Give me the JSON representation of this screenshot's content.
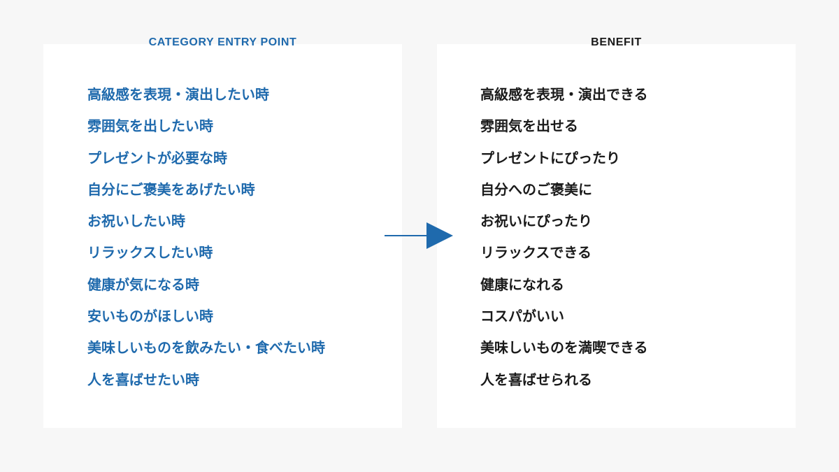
{
  "colors": {
    "accent": "#1f6aad",
    "text": "#1a1a1a",
    "background": "#f7f7f7",
    "panel": "#ffffff"
  },
  "left": {
    "heading": "CATEGORY ENTRY POINT",
    "items": [
      "高級感を表現・演出したい時",
      "雰囲気を出したい時",
      "プレゼントが必要な時",
      "自分にご褒美をあげたい時",
      "お祝いしたい時",
      "リラックスしたい時",
      "健康が気になる時",
      "安いものがほしい時",
      "美味しいものを飲みたい・食べたい時",
      "人を喜ばせたい時"
    ]
  },
  "arrow": {
    "icon": "arrow-right-icon"
  },
  "right": {
    "heading": "BENEFIT",
    "items": [
      "高級感を表現・演出できる",
      "雰囲気を出せる",
      "プレゼントにぴったり",
      "自分へのご褒美に",
      "お祝いにぴったり",
      "リラックスできる",
      "健康になれる",
      "コスパがいい",
      "美味しいものを満喫できる",
      "人を喜ばせられる"
    ]
  }
}
